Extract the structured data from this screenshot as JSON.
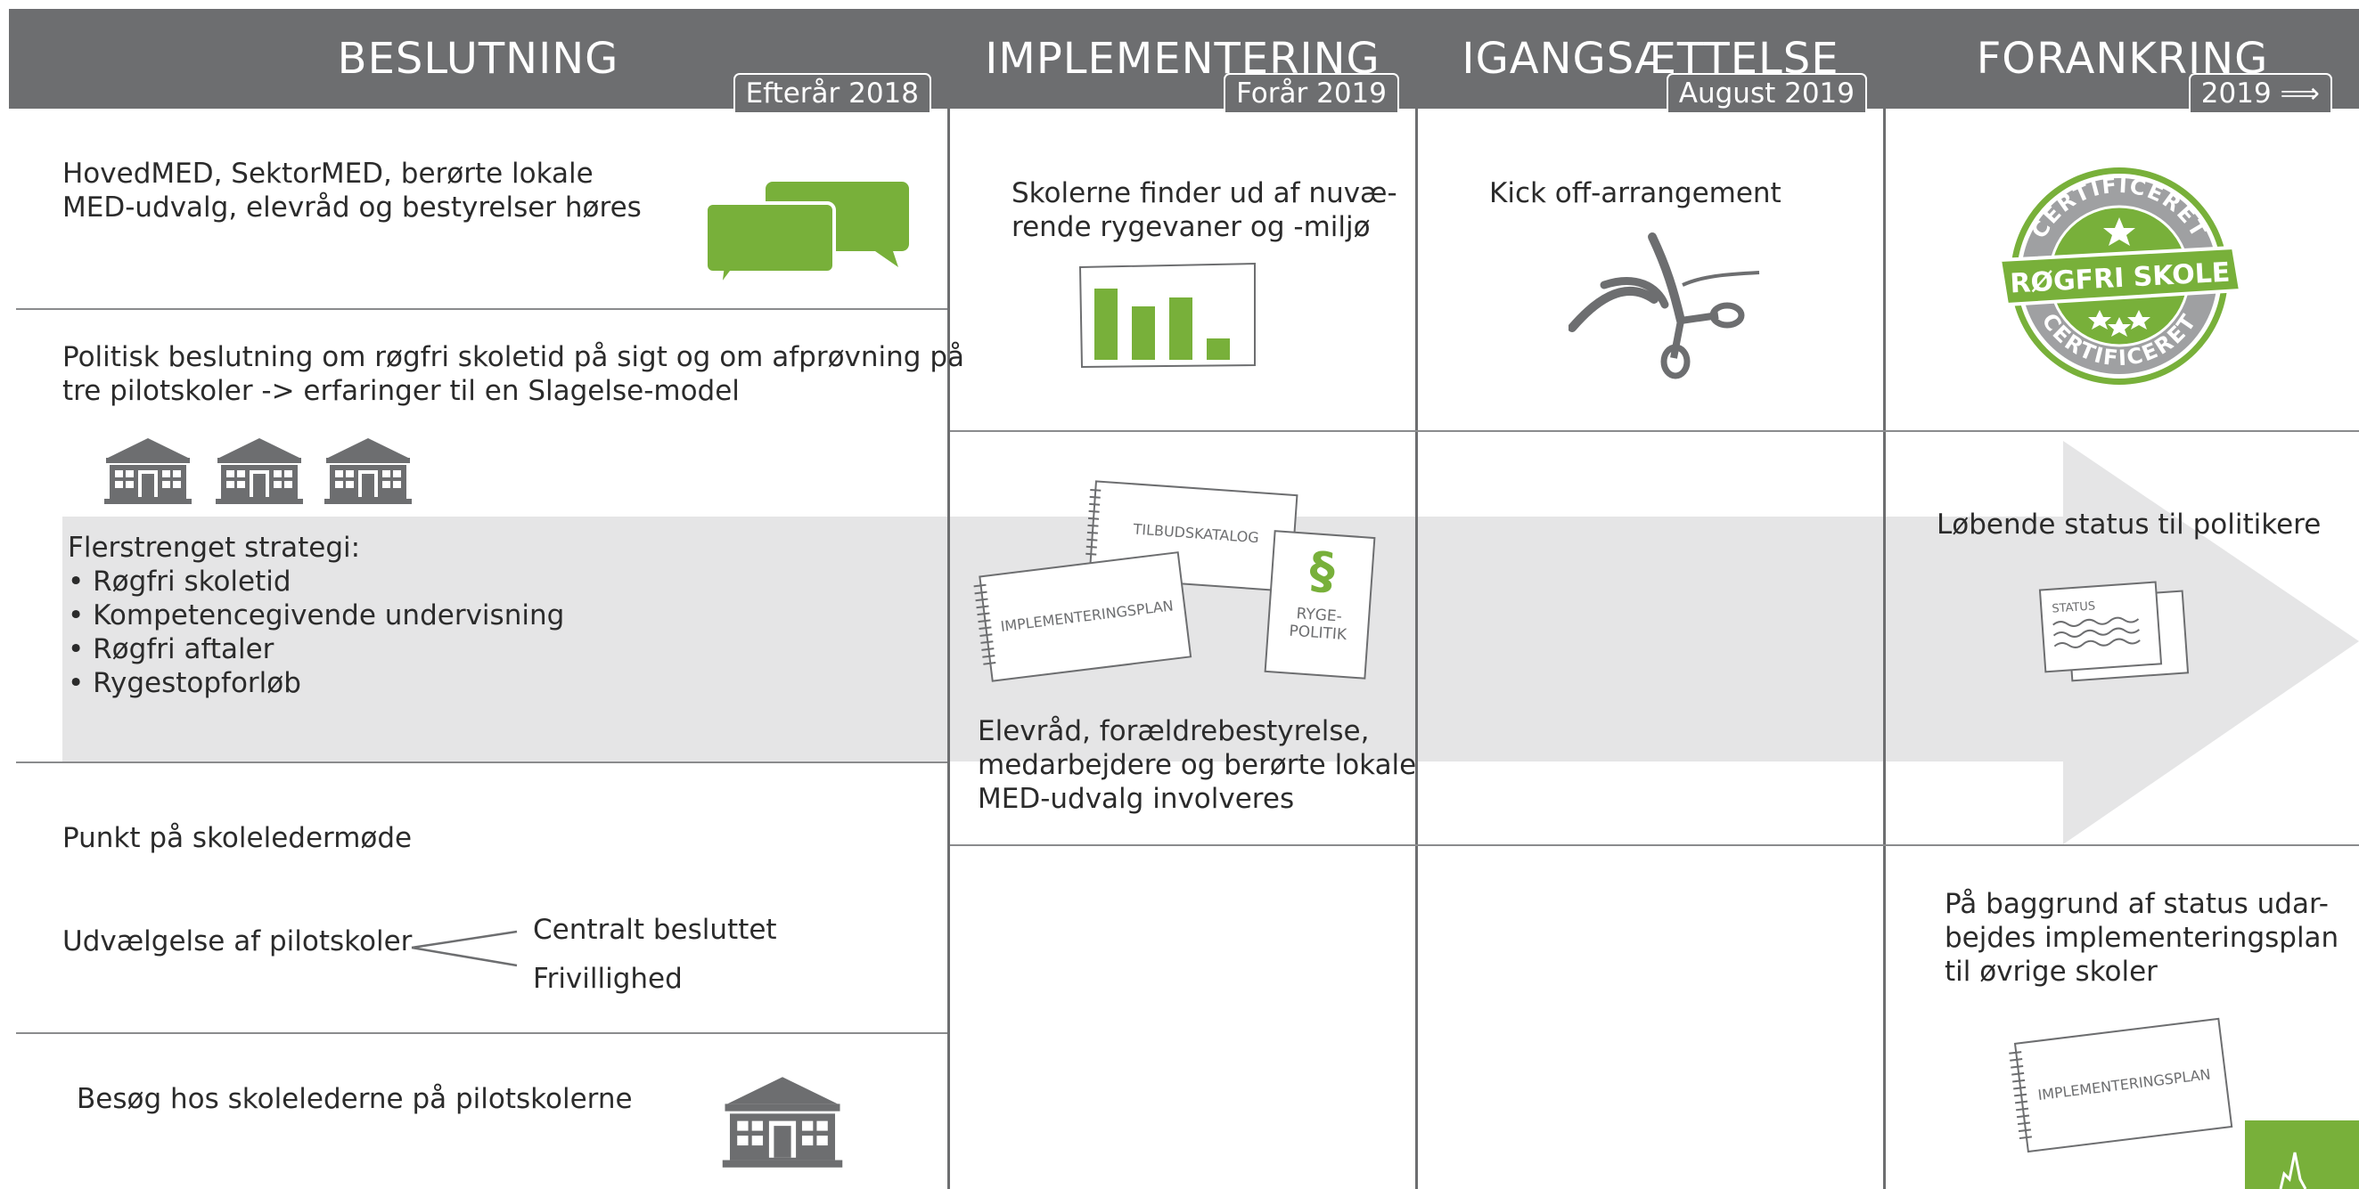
{
  "columns": [
    {
      "title": "BESLUTNING",
      "badge": "Efterår 2018"
    },
    {
      "title": "IMPLEMENTERING",
      "badge": "Forår 2019"
    },
    {
      "title": "IGANGSÆTTELSE",
      "badge": "August 2019"
    },
    {
      "title": "FORANKRING",
      "badge": "2019 ⟹"
    }
  ],
  "beslutning": {
    "hearing": [
      "HovedMED, SektorMED, berørte lokale",
      "MED-udvalg, elevråd og bestyrelser høres"
    ],
    "decision": [
      "Politisk beslutning om røgfri skoletid på sigt og om afprøvning på",
      "tre pilotskoler -> erfaringer til en Slagelse-model"
    ],
    "strategy_title": "Flerstrenget strategi:",
    "strategy_items": [
      "• Røgfri skoletid",
      "• Kompetencegivende undervisning",
      "• Røgfri aftaler",
      "• Rygestopforløb"
    ],
    "meeting": "Punkt på skoleledermøde",
    "selection": "Udvælgelse af pilotskoler",
    "selection_options": [
      "Centralt besluttet",
      "Frivillighed"
    ],
    "visit": "Besøg hos skolelederne på pilotskolerne"
  },
  "implementering": {
    "habits": [
      "Skolerne finder ud af nuvæ-",
      "rende rygevaner og -miljø"
    ],
    "habits_bars": [
      4,
      3,
      3.5,
      1.2
    ],
    "doc_catalog": "TILBUDSKATALOG",
    "doc_plan": "IMPLEMENTERINGSPLAN",
    "doc_policy_symbol": "§",
    "doc_policy": [
      "RYGE-",
      "POLITIK"
    ],
    "involve": [
      "Elevråd, forældrebestyrelse,",
      "medarbejdere og berørte lokale",
      "MED-udvalg involveres"
    ]
  },
  "igangsaettelse": {
    "kickoff": "Kick off-arrangement"
  },
  "forankring": {
    "stamp_top": "CERTIFICERET",
    "stamp_band": "RØGFRI SKOLE",
    "stamp_bottom": "CERTIFICERET",
    "status": "Løbende status til politikere",
    "status_doc": "STATUS",
    "plan": [
      "På baggrund af status udar-",
      "bejdes implementeringsplan",
      "til øvrige skoler"
    ],
    "plan_doc": "IMPLEMENTERINGSPLAN"
  },
  "colors": {
    "header": "#6d6e70",
    "green": "#78b03a",
    "arrow": "#e5e5e6"
  }
}
